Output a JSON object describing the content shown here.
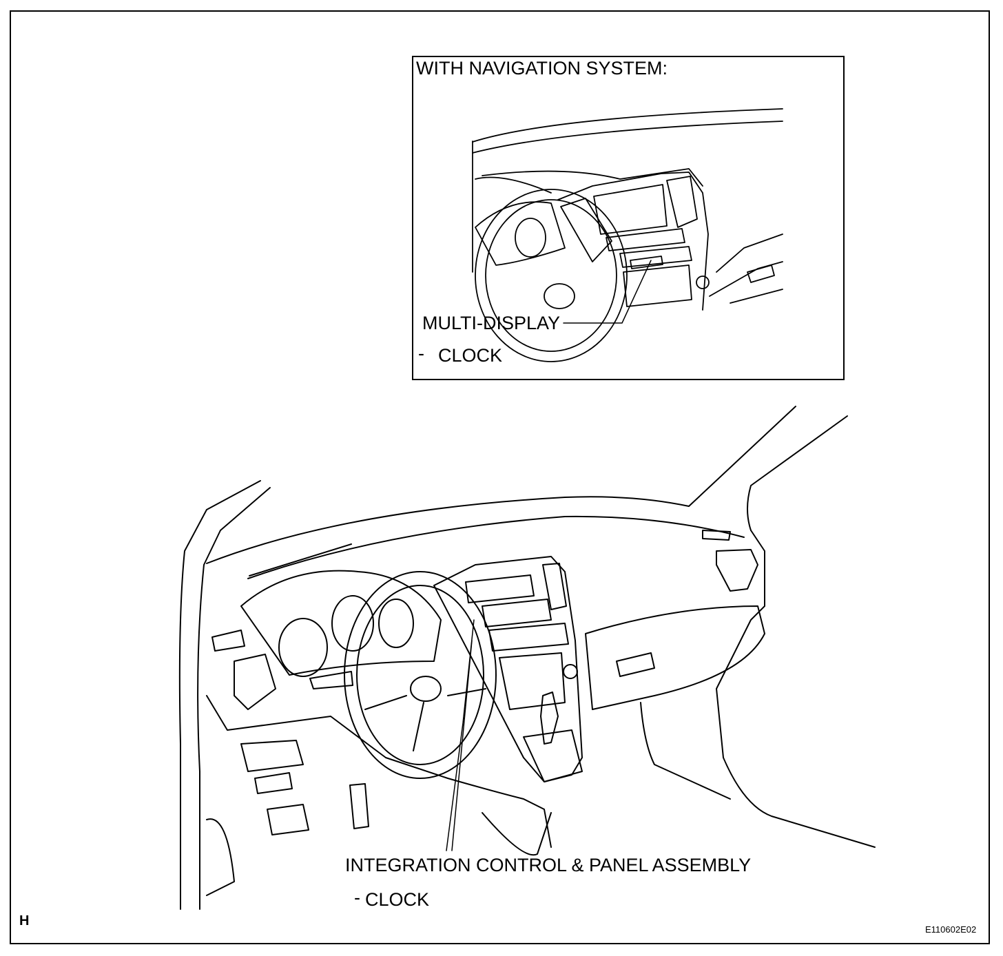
{
  "inset": {
    "title": "WITH NAVIGATION SYSTEM:",
    "callout_label": "MULTI-DISPLAY",
    "sub_dash": "-",
    "sub_label": "CLOCK"
  },
  "main": {
    "callout_label": "INTEGRATION CONTROL & PANEL ASSEMBLY",
    "sub_dash": "-",
    "sub_label": "CLOCK"
  },
  "corner_letter": "H",
  "figure_code": "E110602E02",
  "colors": {
    "line": "#000000",
    "background": "#ffffff"
  }
}
